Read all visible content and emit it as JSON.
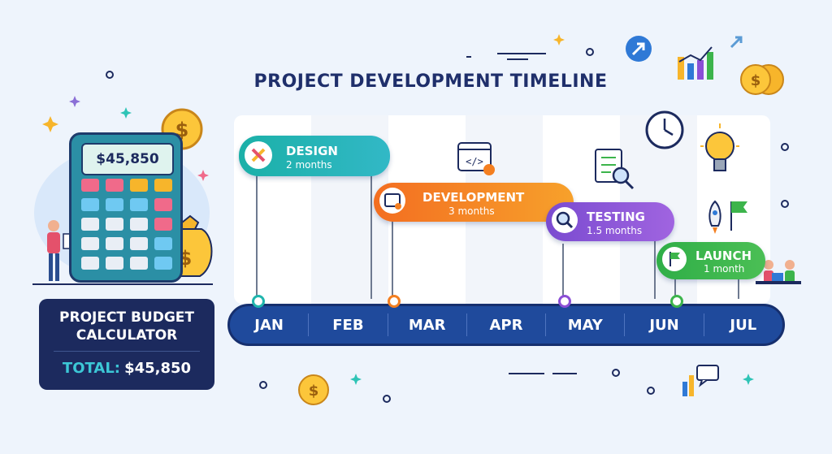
{
  "title": "PROJECT DEVELOPMENT TIMELINE",
  "months": [
    "JAN",
    "FEB",
    "MAR",
    "APR",
    "MAY",
    "JUN",
    "JUL"
  ],
  "phases": [
    {
      "name": "DESIGN",
      "duration": "2 months",
      "color": "#1fb5ad"
    },
    {
      "name": "DEVELOPMENT",
      "duration": "3 months",
      "color": "#f47f20"
    },
    {
      "name": "TESTING",
      "duration": "1.5 months",
      "color": "#8b4fd6"
    },
    {
      "name": "LAUNCH",
      "duration": "1 month",
      "color": "#3cb44b"
    }
  ],
  "calculator": {
    "display": "$45,850"
  },
  "budget": {
    "title_line1": "PROJECT BUDGET",
    "title_line2": "CALCULATOR",
    "total_label": "TOTAL:",
    "total_value": "$45,850"
  },
  "icons": [
    "dollar-coin-icon",
    "money-bag-icon",
    "code-window-icon",
    "checklist-magnifier-icon",
    "clock-icon",
    "lightbulb-icon",
    "rocket-icon",
    "flag-icon",
    "bar-chart-icon",
    "arrow-up-right-icon",
    "chat-bubble-icon",
    "sparkle-icon",
    "person-icon"
  ],
  "colors": {
    "navy": "#1c2a5e",
    "axis": "#1f4a9c",
    "background": "#eef4fc"
  }
}
